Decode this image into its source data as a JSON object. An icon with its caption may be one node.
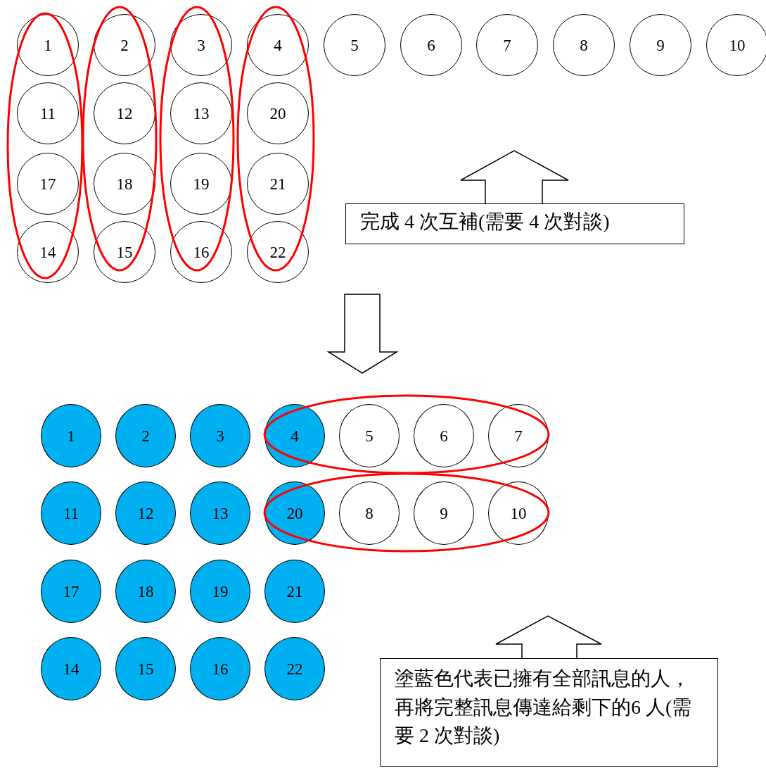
{
  "diagram": {
    "nodes": [
      {
        "text": [
          "1"
        ]
      },
      {
        "text": [
          "2"
        ]
      },
      {
        "text": [
          "3"
        ]
      },
      {
        "text": [
          "4"
        ]
      },
      {
        "text": [
          "5"
        ]
      },
      {
        "text": [
          "6"
        ]
      },
      {
        "text": [
          "7"
        ]
      },
      {
        "text": [
          "8"
        ]
      },
      {
        "text": [
          "9"
        ]
      },
      {
        "text": [
          "10"
        ]
      },
      {
        "text": [
          "11"
        ]
      },
      {
        "text": [
          "12"
        ]
      },
      {
        "text": [
          "13"
        ]
      },
      {
        "text": [
          "20"
        ]
      },
      {
        "text": [
          "17"
        ]
      },
      {
        "text": [
          "18"
        ]
      },
      {
        "text": [
          "19"
        ]
      },
      {
        "text": [
          "21"
        ]
      },
      {
        "text": [
          "14"
        ]
      },
      {
        "text": [
          "15"
        ]
      },
      {
        "text": [
          "16"
        ]
      },
      {
        "text": [
          "22"
        ]
      },
      {
        "text": [
          "完成 4 次互補(需要 4 次對談)"
        ]
      },
      {
        "text": [
          "1"
        ]
      },
      {
        "text": [
          "2"
        ]
      },
      {
        "text": [
          "3"
        ]
      },
      {
        "text": [
          "4"
        ]
      },
      {
        "text": [
          "5"
        ]
      },
      {
        "text": [
          "6"
        ]
      },
      {
        "text": [
          "7"
        ]
      },
      {
        "text": [
          "11"
        ]
      },
      {
        "text": [
          "12"
        ]
      },
      {
        "text": [
          "13"
        ]
      },
      {
        "text": [
          "20"
        ]
      },
      {
        "text": [
          "8"
        ]
      },
      {
        "text": [
          "9"
        ]
      },
      {
        "text": [
          "10"
        ]
      },
      {
        "text": [
          "17"
        ]
      },
      {
        "text": [
          "18"
        ]
      },
      {
        "text": [
          "19"
        ]
      },
      {
        "text": [
          "21"
        ]
      },
      {
        "text": [
          "14"
        ]
      },
      {
        "text": [
          "15"
        ]
      },
      {
        "text": [
          "16"
        ]
      },
      {
        "text": [
          "22"
        ]
      },
      {
        "text": [
          "塗藍色代表已擁有全部訊息的人，再將完整訊息傳達給剩下的6 人(需要 2 次對談)"
        ]
      }
    ]
  }
}
